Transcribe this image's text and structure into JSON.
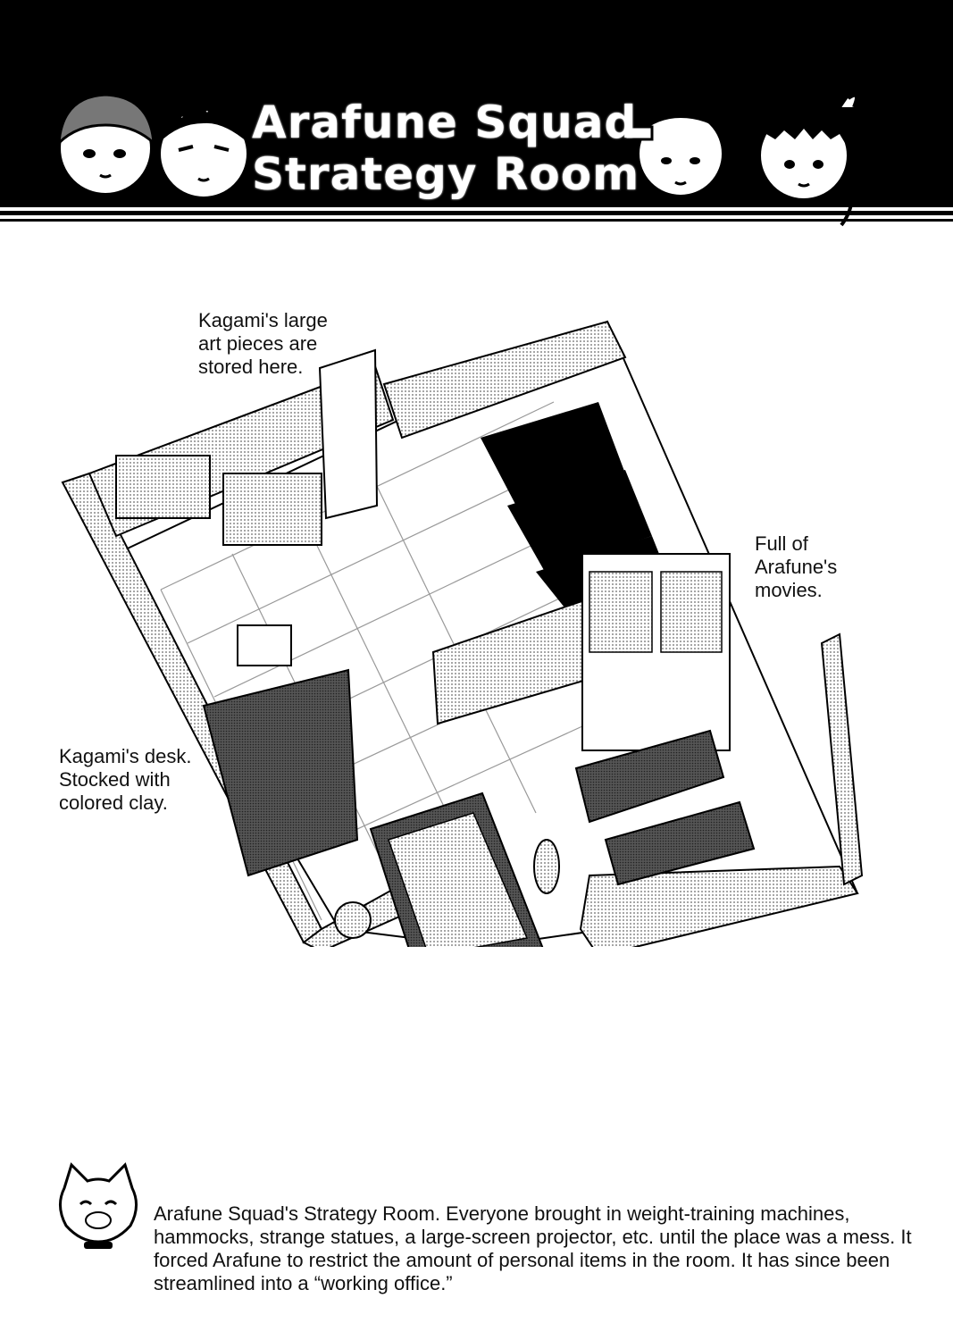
{
  "header": {
    "title_line1": "Arafune Squad",
    "title_line2": "Strategy Room"
  },
  "notes": {
    "art": "Kagami's large art pieces are stored here.",
    "movies": "Full of Arafune's movies.",
    "desk": "Kagami's desk. Stocked with colored clay."
  },
  "caption": "Arafune Squad's Strategy Room. Everyone brought in weight-training machines, hammocks, strange statues, a large-screen projector, etc. until the place was a mess. It forced Arafune to restrict the amount of personal items in the room. It has since been streamlined into a “working office.”",
  "icons": [
    "face-cap-icon",
    "face-spiky-icon",
    "face-backcap-icon",
    "face-girl-icon",
    "cat-mascot-icon"
  ],
  "colors": {
    "ink": "#000000",
    "paper": "#ffffff",
    "tone": "#9a9a9a"
  }
}
